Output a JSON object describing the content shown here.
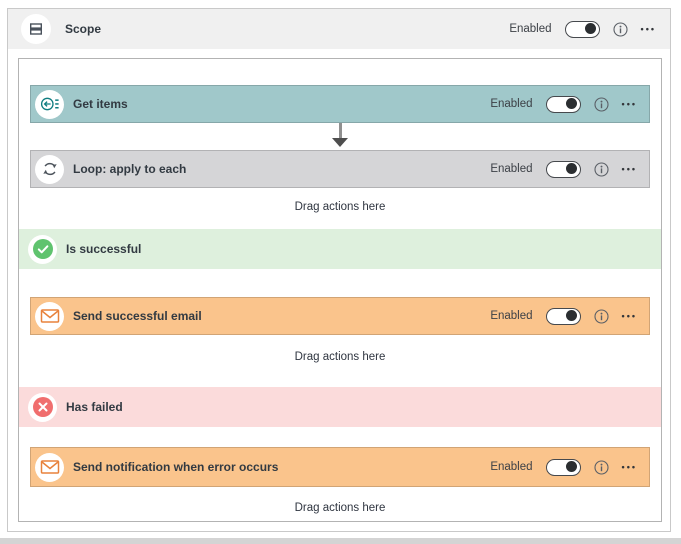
{
  "labels": {
    "enabled": "Enabled",
    "drag_hint": "Drag actions here",
    "more_options_glyph": "•••"
  },
  "header": {
    "title": "Scope",
    "enabled": true
  },
  "rows": {
    "get_items": {
      "label": "Get items",
      "enabled": true
    },
    "loop": {
      "label": "Loop: apply to each",
      "enabled": true
    },
    "is_successful": {
      "label": "Is successful"
    },
    "send_success_email": {
      "label": "Send successful email",
      "enabled": true
    },
    "has_failed": {
      "label": "Has failed"
    },
    "send_error_notification": {
      "label": "Send notification when error occurs",
      "enabled": true
    }
  },
  "colors": {
    "header_bg": "#f0f0f0",
    "get_items_bg": "#a0c8ca",
    "get_items_icon": "#0e7c80",
    "loop_bg": "#d5d5d7",
    "success_branch_bg": "#def0dd",
    "success_icon": "#5fc36e",
    "email_action_bg": "#fac48c",
    "email_icon": "#e8823c",
    "fail_branch_bg": "#fbdbdb",
    "fail_icon": "#f06e6e",
    "scope_icon": "#4a525c"
  }
}
